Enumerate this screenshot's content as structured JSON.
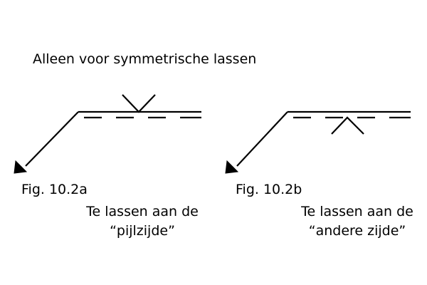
{
  "heading": "Alleen voor symmetrische lassen",
  "figures": [
    {
      "id": "a",
      "label": "Fig. 10.2a",
      "caption_line1": "Te lassen aan de",
      "caption_line2": "“pijlzijde”",
      "weld_symbol_side": "arrow-side"
    },
    {
      "id": "b",
      "label": "Fig. 10.2b",
      "caption_line1": "Te lassen aan de",
      "caption_line2": "“andere zijde”",
      "weld_symbol_side": "other-side"
    }
  ],
  "colors": {
    "ink": "#000000",
    "background": "#ffffff"
  }
}
